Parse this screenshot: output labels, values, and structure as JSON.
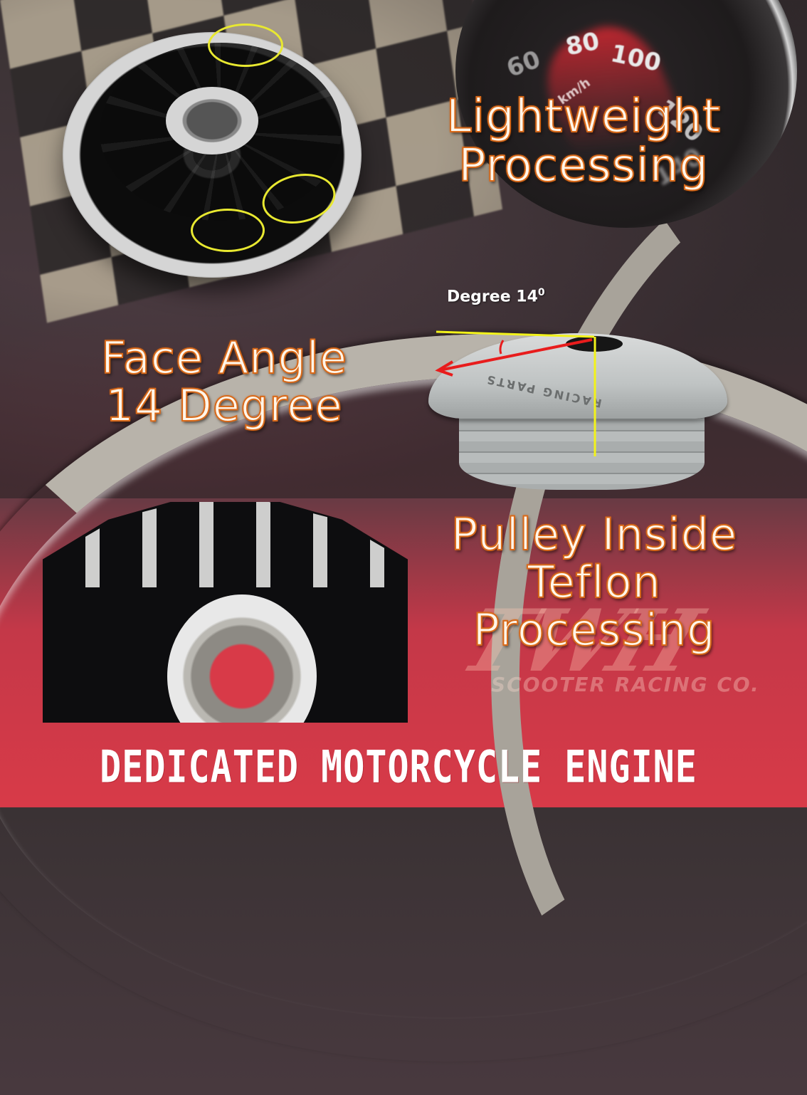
{
  "headlines": {
    "lightweight": [
      "Lightweight",
      "Processing"
    ],
    "face_angle": [
      "Face Angle",
      "14 Degree"
    ],
    "pulley": [
      "Pulley Inside",
      "Teflon",
      "Processing"
    ]
  },
  "degree_annotation": {
    "label": "Degree 14",
    "superscript": "0",
    "angle_line_color": "#f2f21a",
    "arrow_color": "#e81c1c"
  },
  "speedometer": {
    "ticks": [
      "60",
      "80",
      "100",
      "120",
      "140"
    ],
    "unit": "km/h"
  },
  "product_side": {
    "engraving": "RACING PARTS"
  },
  "highlight_circles": {
    "count": 3,
    "color": "#e8e830"
  },
  "watermark": {
    "logo": "TWH",
    "company": "SCOOTER RACING CO."
  },
  "slogan": "DEDICATED MOTORCYCLE ENGINE",
  "colors": {
    "headline_fill": "#fff6ea",
    "headline_outline": "#d96a1a",
    "footer_red": "#d83a48"
  }
}
